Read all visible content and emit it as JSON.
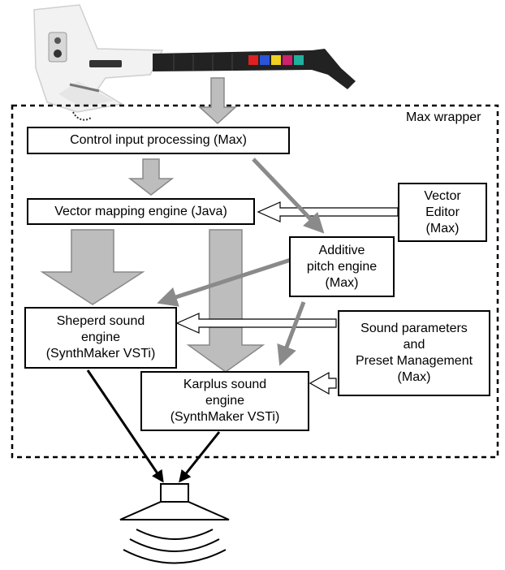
{
  "wrapper": {
    "label": "Max wrapper"
  },
  "boxes": {
    "control": "Control input processing (Max)",
    "vector_mapping": "Vector mapping engine (Java)",
    "vector_editor": "Vector\nEditor\n(Max)",
    "additive": "Additive\npitch engine\n(Max)",
    "sheperd": "Sheperd sound\nengine\n(SynthMaker VSTi)",
    "sound_params": "Sound parameters\nand\nPreset Management\n(Max)",
    "karplus": "Karplus sound\nengine\n(SynthMaker VSTi)"
  },
  "colors": {
    "arrow_gray": "#bdbdbd",
    "arrow_dark": "#8a8a8a",
    "guitar_body": "#f2f2f2",
    "neck": "#222222"
  },
  "guitar_buttons": [
    "#e02020",
    "#2a55d8",
    "#f0d020",
    "#d02070",
    "#20b0a0"
  ],
  "icons": [
    "guitar-controller-icon",
    "speaker-icon"
  ]
}
